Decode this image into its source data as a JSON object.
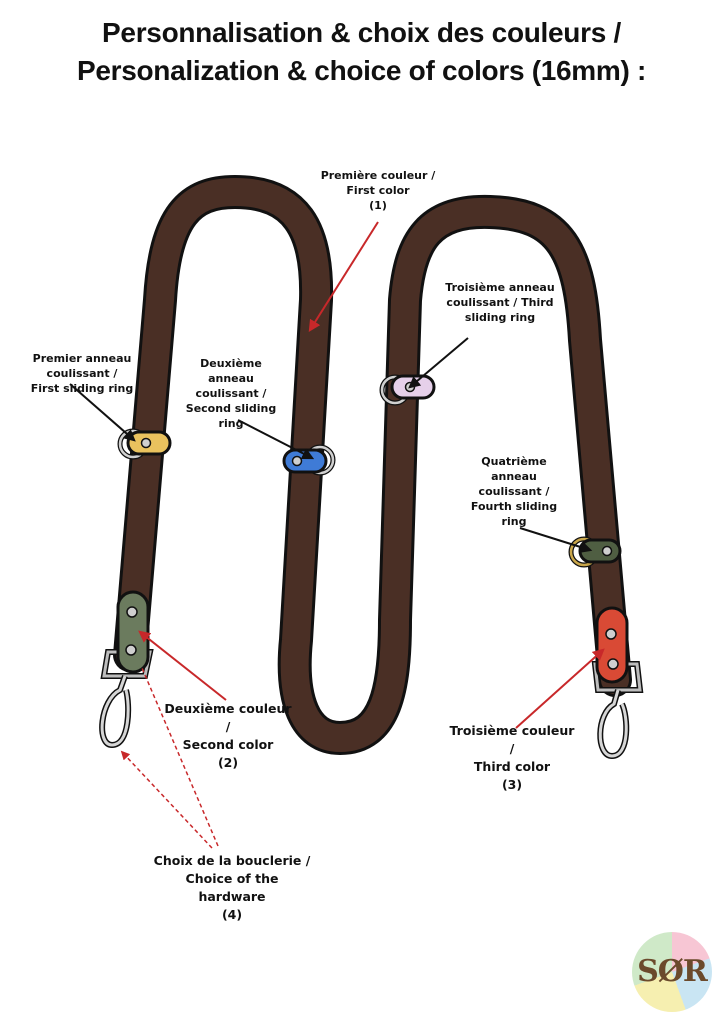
{
  "title": {
    "line1": "Personnalisation & choix des couleurs /",
    "line2": "Personalization & choice of colors (16mm) :"
  },
  "labels": {
    "first_color": [
      "Première couleur /",
      "First color",
      "(1)"
    ],
    "first_ring": [
      "Premier anneau coulissant /",
      "First sliding ring"
    ],
    "second_ring": [
      "Deuxième anneau",
      "coulissant /",
      "Second sliding",
      "ring"
    ],
    "third_ring": [
      "Troisième anneau",
      "coulissant / Third",
      "sliding ring"
    ],
    "fourth_ring": [
      "Quatrième",
      "anneau",
      "coulissant /",
      "Fourth sliding",
      "ring"
    ],
    "second_color": [
      "Deuxième couleur /",
      "Second color",
      "(2)"
    ],
    "third_color": [
      "Troisième couleur /",
      "Third color",
      "(3)"
    ],
    "hardware": [
      "Choix de la bouclerie /",
      "Choice of the hardware",
      "(4)"
    ]
  },
  "logo": {
    "text": "SØR"
  },
  "colors": {
    "strap": "#4a2f25",
    "first_ring": "#e9c25e",
    "second_ring": "#3f7bd6",
    "third_ring": "#e6d0ea",
    "fourth_ring": "#4f5e42",
    "second_color_tab": "#6b7b5e",
    "third_color_tab": "#d94a35",
    "arrow_red": "#c8282a",
    "hardware": "#bdbdbd"
  }
}
